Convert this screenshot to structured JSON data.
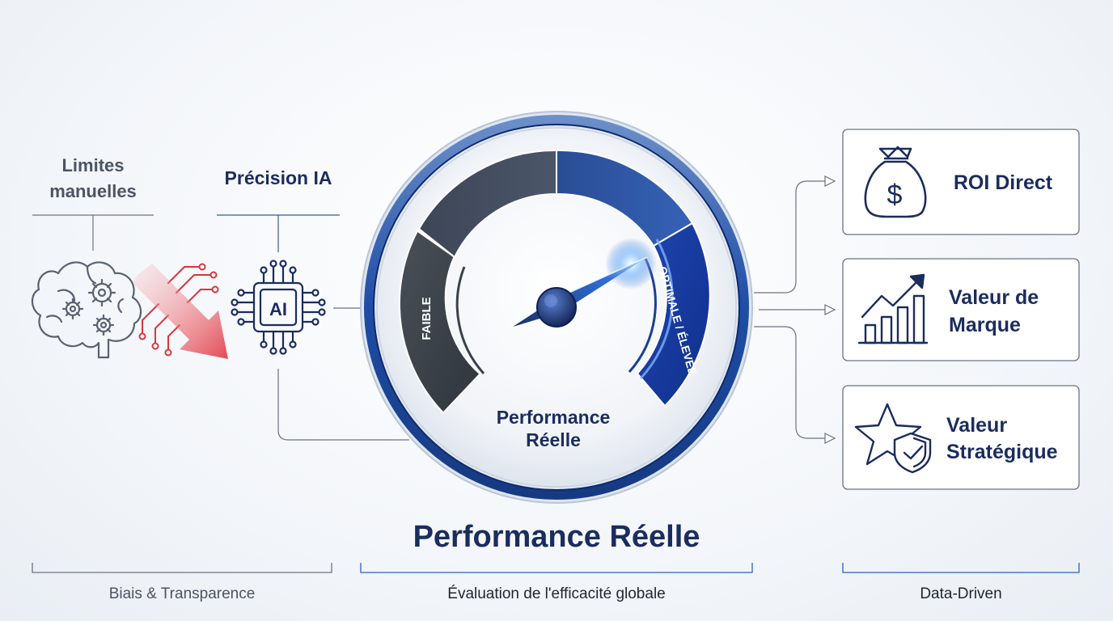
{
  "left": {
    "manual_label_line1": "Limites",
    "manual_label_line2": "manuelles",
    "ai_label": "Précision IA",
    "chip_text": "AI"
  },
  "gauge": {
    "segment_low_label": "FAIBLE",
    "segment_high_label": "OPTIMALE / ÉLEVÉE",
    "center_line1": "Performance",
    "center_line2": "Réelle"
  },
  "main_title": "Performance Réelle",
  "cards": [
    {
      "line1": "ROI Direct",
      "line2": "",
      "icon": "money-bag-icon"
    },
    {
      "line1": "Valeur de",
      "line2": "Marque",
      "icon": "growth-chart-icon"
    },
    {
      "line1": "Valeur",
      "line2": "Stratégique",
      "icon": "star-shield-icon"
    }
  ],
  "footer": {
    "left": "Biais & Transparence",
    "center": "Évaluation de l'efficacité globale",
    "right": "Data-Driven"
  },
  "colors": {
    "navy": "#1b2c5e",
    "gray_text": "#4a5462",
    "red": "#d9343b",
    "blue_accent": "#2f5fc0"
  }
}
